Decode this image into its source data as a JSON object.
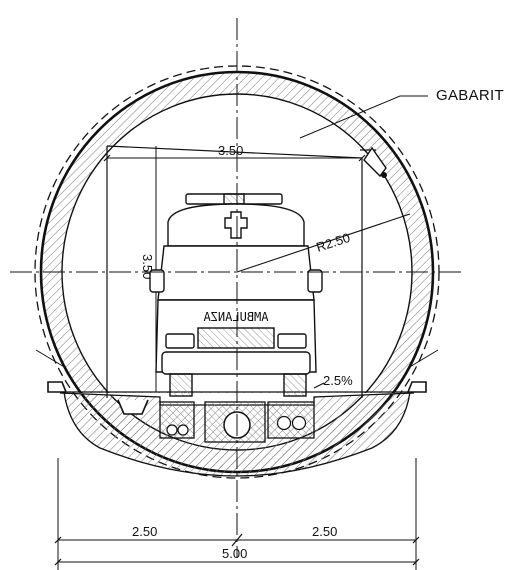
{
  "labels": {
    "gabarit": "GABARIT",
    "clearance_width": "3.50",
    "clearance_height": "3.50",
    "radius": "R2.50",
    "slope": "2.5%",
    "half_left": "2.50",
    "half_right": "2.50",
    "total_width": "5.00",
    "vehicle_text": "AMBULANZA"
  },
  "colors": {
    "line": "#111111",
    "hatch": "#6e6e6e",
    "paper": "#ffffff"
  }
}
